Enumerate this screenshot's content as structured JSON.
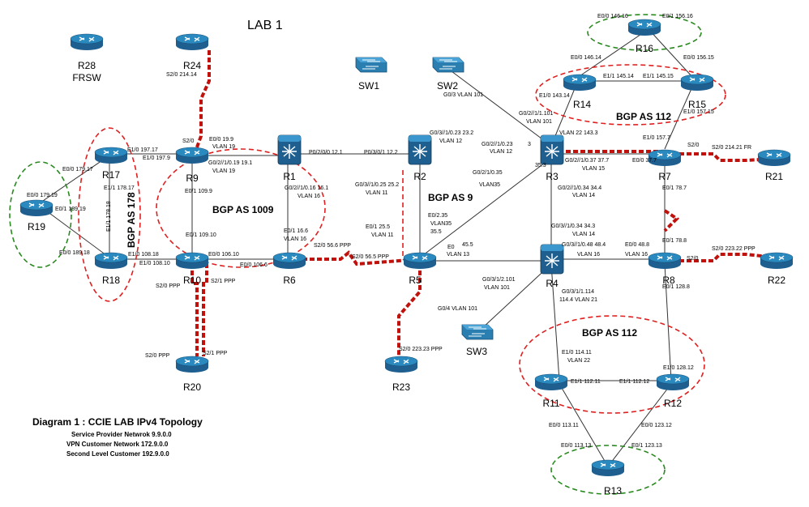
{
  "title": "LAB 1",
  "caption": {
    "main": "Diagram 1 : CCIE LAB IPv4 Topology",
    "lines": [
      "Service Provider Netwrok 9.9.0.0",
      "VPN Customer Network 172.9.0.0",
      "Second Level Customer 192.9.0.0"
    ]
  },
  "groups": {
    "bgp1009": "BGP AS 1009",
    "bgp9": "BGP AS 9",
    "bgp112_top": "BGP AS 112",
    "bgp112_bottom": "BGP AS 112",
    "bgp178": "BGP AS 178"
  },
  "colors": {
    "router_body": "#1f5f8f",
    "router_top": "#2a8ac0",
    "switch": "#2a7fb0",
    "serial": "#c0110c",
    "as_red": "#e02020",
    "as_green": "#2a8a20"
  },
  "devices": {
    "R28": "R28",
    "R28_sub": "FRSW",
    "R24": "R24",
    "SW1": "SW1",
    "SW2": "SW2",
    "SW3": "SW3",
    "R16": "R16",
    "R14": "R14",
    "R15": "R15",
    "R17": "R17",
    "R9": "R9",
    "R1": "R1",
    "R2": "R2",
    "R3": "R3",
    "R7": "R7",
    "R21": "R21",
    "R19": "R19",
    "R18": "R18",
    "R10": "R10",
    "R6": "R6",
    "R5": "R5",
    "R4": "R4",
    "R8": "R8",
    "R22": "R22",
    "R20": "R20",
    "R23": "R23",
    "R11": "R11",
    "R12": "R12",
    "R13": "R13"
  },
  "links": {
    "r16_e00": "E0/0 146.16",
    "r16_e01": "E0/1 156.16",
    "r14_e00": "E0/0 146.14",
    "r15_e00": "E0/0 156.15",
    "r14_e11": "E1/1 145.14",
    "r15_e11": "E1/1 145.15",
    "r14_e10": "E1/0 143.14",
    "bgp_anchor": "",
    "r15_e10": "E1/0 157.15",
    "r24_s20": "S2/0 214.14",
    "r3_g021": "G0/2//1/1.101",
    "r3_vlan101": "VLAN 101",
    "r3_vlan22": "VLAN 22 143.3",
    "sw2_g03": "G0/3 VLAN 101",
    "r2_g031": "G0/3//1/0.23 23.2",
    "r2_vlan12": "VLAN 12",
    "r3_g021023": "G0/2//1/0.23",
    "r3_vlan12": "VLAN 12",
    "r3_num3": "3",
    "r3_g0210": "G0/2//1/0.37 37.7",
    "r3_vlan15": "VLAN 15",
    "r7_e101571": "E1/0 157.7",
    "r7_s20": "S2/0",
    "r21_s20": "S2/0 214.21 FR",
    "r7_e00": "E0/0 37.7",
    "r7_e01": "E0/1 78.7",
    "r9_e00": "E0/0 19.9",
    "r9_vlan19": "VLAN 19",
    "r9_s20": "S2/0",
    "r17_e10": "E1/0 197.17",
    "r9_e10": "E1/0 197.9",
    "r1_g021": "G0/2//1/0.19 19.1",
    "r1_vlan19": "VLAN 19",
    "r1_p020": "P0/2/0/0 12.1",
    "r2_p030": "P0/3/0/1 12.2",
    "r17_e00": "E0/0 179.17",
    "r17_e11": "E1/1 178.17",
    "r19_e00": "E0/0 179.19",
    "r19_e01": "E0/1 189.19",
    "r18_e11": "E1/1 178.18",
    "r18_e00": "E0/0 189.18",
    "r9_e01": "E0/1 109.9",
    "r1_g02": "G0/2//1/0.16 16.1",
    "r1_vlan16": "VLAN 16",
    "r2_g0311": "G0/3//1/0.25 25.2",
    "r2_vlan11": "VLAN 11",
    "r3_g02135": "G0/2/1/0.35",
    "r3_vlan35": "VLAN35",
    "r3_353": "35.3",
    "r3_g0210b": "G0/2//1/0.34 34.4",
    "r3_vlan14": "VLAN 14",
    "r10_e11": "E0/1 109.10",
    "r6_e01": "E0/1 16.6",
    "r6_vlan16": "VLAN 16",
    "r5_e01": "E0/1 25.5",
    "r5_vlan11": "VLAN 11",
    "r5_e02": "E0/2.35",
    "r5_vlan35": "VLAN35",
    "r5_355": "35.5",
    "r4_g031": "G0/3//1/0.34 34.3",
    "r4_vlan14": "VLAN 14",
    "r7_e01b": "E0/1 78.8",
    "r18_e10": "E1/0 108.18",
    "r10_e10": "E1/0 108.10",
    "r10_e00": "E0/0 106.10",
    "r6_e00": "E0/0 106.6",
    "r6_s20": "S2/0 56.6 PPP",
    "r5_s20": "S2/0 56.5 PPP",
    "r5_e0": "E0",
    "r5_455": "45.5",
    "r5_vlan13": "VLAN 13",
    "r4_g0348": "G0/3//1/0.48 48.4",
    "r4_vlan16": "VLAN 16",
    "r8_e00": "E0/0 48.8",
    "r8_vlan16": "VLAN 16",
    "r8_s20": "S2/0 223.22 PPP",
    "r8_s20b": "S2/0",
    "r10_s20": "S2/0 PPP",
    "r10_s21": "S2/1 PPP",
    "r4_g031b": "G0/3/1/2.101",
    "r4_vlan101": "VLAN 101",
    "r4_g0311": "G0/3/1/1.114",
    "r4_vlan21": "114.4 VLAN 21",
    "r8_e01": "E0/1 128.8",
    "sw3_g04": "G0/4 VLAN 101",
    "r20_s20": "S2/0 PPP",
    "r20_s21": "S2/1 PPP",
    "r23_s20": "S2/0 223.23 PPP",
    "r11_e10": "E1/0 114.11",
    "r11_vlan22": "VLAN 22",
    "r12_e10": "E1/0 128.12",
    "r11_e11": "E1/1 112.11",
    "r12_e11": "E1/1 112.12",
    "r11_e00": "E0/0 113.11",
    "r12_e00": "E0/0 123.12",
    "r13_e00": "E0/0 113.13",
    "r13_e01": "E0/1 123.13"
  }
}
